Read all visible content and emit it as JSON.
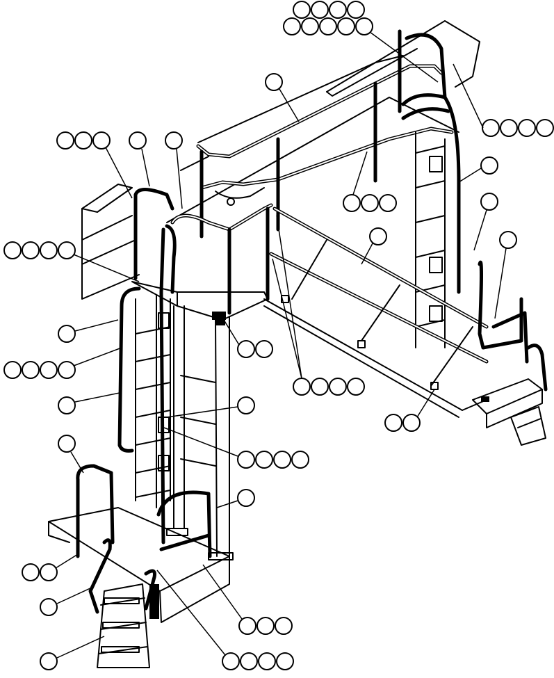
{
  "diagram": {
    "callout_groups": [
      {
        "id": "g1",
        "bubbles": 4
      },
      {
        "id": "g2",
        "bubbles": 5
      },
      {
        "id": "g3",
        "bubbles": 4
      },
      {
        "id": "g4",
        "bubbles": 1
      },
      {
        "id": "g5",
        "bubbles": 3
      },
      {
        "id": "g6",
        "bubbles": 1
      },
      {
        "id": "g7",
        "bubbles": 1
      },
      {
        "id": "g8",
        "bubbles": 3
      },
      {
        "id": "g9",
        "bubbles": 1
      },
      {
        "id": "g10",
        "bubbles": 1
      },
      {
        "id": "g11",
        "bubbles": 4
      },
      {
        "id": "g12",
        "bubbles": 1
      },
      {
        "id": "g13",
        "bubbles": 1
      },
      {
        "id": "g14",
        "bubbles": 1
      },
      {
        "id": "g15",
        "bubbles": 2
      },
      {
        "id": "g16",
        "bubbles": 4
      },
      {
        "id": "g17",
        "bubbles": 4
      },
      {
        "id": "g18",
        "bubbles": 1
      },
      {
        "id": "g19",
        "bubbles": 1
      },
      {
        "id": "g20",
        "bubbles": 2
      },
      {
        "id": "g21",
        "bubbles": 4
      },
      {
        "id": "g22",
        "bubbles": 1
      },
      {
        "id": "g23",
        "bubbles": 1
      },
      {
        "id": "g24",
        "bubbles": 2
      },
      {
        "id": "g25",
        "bubbles": 1
      },
      {
        "id": "g26",
        "bubbles": 3
      },
      {
        "id": "g27",
        "bubbles": 1
      },
      {
        "id": "g28",
        "bubbles": 4
      }
    ]
  }
}
